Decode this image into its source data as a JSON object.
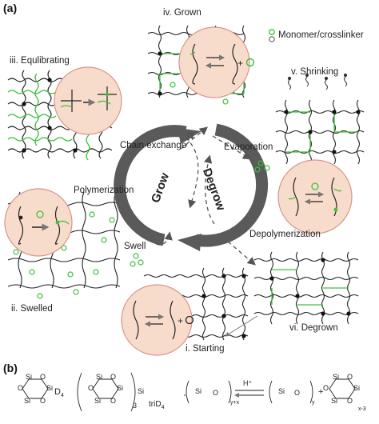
{
  "panels": {
    "a": "(a)",
    "b": "(b)"
  },
  "states": {
    "grown": "iv. Grown",
    "equilibrating": "iii. Equlibrating",
    "shrinking": "v. Shrinking",
    "swelled": "ii. Swelled",
    "starting": "i. Starting",
    "degrown": "vi. Degrown"
  },
  "processes": {
    "chain_exchange": "Chain exchange",
    "evaporation": "Evaporation",
    "polymerization": "Polymerization",
    "swell": "Swell",
    "depolymerization": "Depolymerization"
  },
  "cycle": {
    "grow": "Grow",
    "degrow": "Degrow"
  },
  "legend": {
    "monomer": "Monomer/crosslinker"
  },
  "chemistry": {
    "d4": "D",
    "d4_sub": "4",
    "tri_d4": "triD",
    "tri_d4_sub": "4",
    "repeat_3": "3",
    "catalyst": "H⁺",
    "sub_yx": "y+x",
    "sub_y": "y",
    "sub_x3": "x-3",
    "si": "Si",
    "o": "O",
    "plus": "+"
  },
  "colors": {
    "green": "#3fbf3f",
    "bubble": "#f8dccb",
    "bubble_edge": "#d8948a",
    "arrow": "#5a5a5a"
  }
}
